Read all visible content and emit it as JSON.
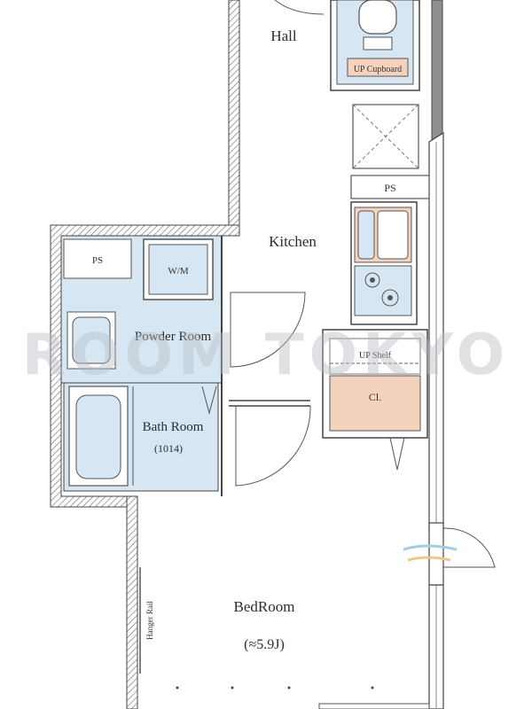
{
  "rooms": {
    "hall": "Hall",
    "kitchen": "Kitchen",
    "powder_room": "Powder Room",
    "bath_room": "Bath Room",
    "bath_size": "(1014)",
    "bedroom": "BedRoom",
    "bedroom_size": "(≈5.9J)"
  },
  "fixtures": {
    "ps_top": "PS",
    "ps_left": "PS",
    "wm": "W/M",
    "up_cupboard": "UP Cupboard",
    "up_shelf": "UP Shelf",
    "closet": "Cl.",
    "hanger_rail": "Hanger Rail"
  },
  "watermark": "ROOM TOKYO",
  "colors": {
    "wet_area": "#d6e7f3",
    "storage": "#f3d3bd",
    "wall": "#555555"
  }
}
